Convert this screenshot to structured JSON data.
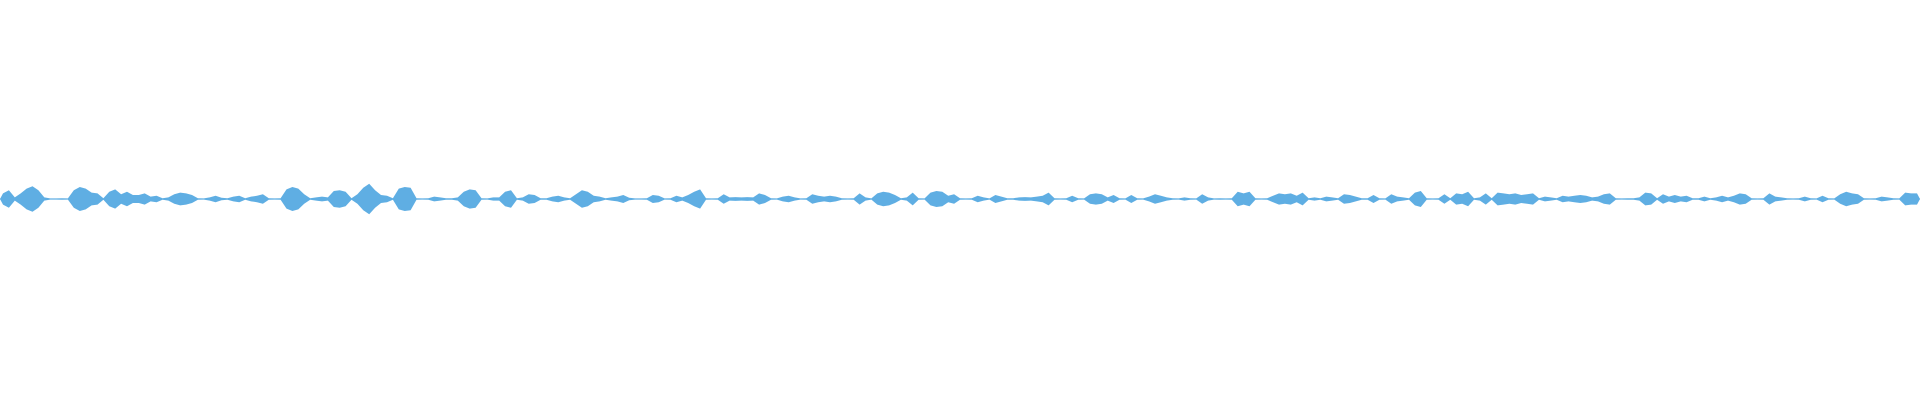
{
  "waveform": {
    "color": "#5faee3",
    "background": "#ffffff",
    "duration_segments": 320,
    "amplitudes": [
      0.35,
      0.55,
      0.1,
      0.35,
      0.65,
      0.8,
      0.55,
      0.1,
      0.03,
      0.03,
      0.05,
      0.03,
      0.55,
      0.75,
      0.65,
      0.4,
      0.35,
      0.05,
      0.45,
      0.6,
      0.3,
      0.45,
      0.25,
      0.25,
      0.35,
      0.15,
      0.2,
      0.05,
      0.1,
      0.3,
      0.4,
      0.35,
      0.25,
      0.05,
      0.03,
      0.1,
      0.2,
      0.08,
      0.05,
      0.15,
      0.2,
      0.05,
      0.15,
      0.2,
      0.3,
      0.05,
      0.03,
      0.05,
      0.6,
      0.75,
      0.65,
      0.3,
      0.05,
      0.1,
      0.15,
      0.1,
      0.5,
      0.55,
      0.45,
      0.05,
      0.3,
      0.7,
      0.95,
      0.55,
      0.25,
      0.2,
      0.05,
      0.65,
      0.75,
      0.7,
      0.05,
      0.03,
      0.05,
      0.15,
      0.1,
      0.05,
      0.05,
      0.1,
      0.45,
      0.6,
      0.55,
      0.05,
      0.03,
      0.1,
      0.1,
      0.45,
      0.55,
      0.05,
      0.1,
      0.3,
      0.25,
      0.05,
      0.05,
      0.15,
      0.2,
      0.1,
      0.05,
      0.3,
      0.55,
      0.45,
      0.2,
      0.15,
      0.05,
      0.1,
      0.15,
      0.25,
      0.08,
      0.03,
      0.03,
      0.05,
      0.25,
      0.2,
      0.03,
      0.05,
      0.2,
      0.1,
      0.25,
      0.45,
      0.6,
      0.05,
      0.03,
      0.05,
      0.3,
      0.1,
      0.12,
      0.1,
      0.12,
      0.1,
      0.35,
      0.25,
      0.05,
      0.03,
      0.15,
      0.2,
      0.1,
      0.03,
      0.05,
      0.3,
      0.2,
      0.15,
      0.2,
      0.15,
      0.05,
      0.03,
      0.05,
      0.35,
      0.1,
      0.03,
      0.35,
      0.45,
      0.4,
      0.25,
      0.05,
      0.1,
      0.4,
      0.05,
      0.03,
      0.4,
      0.5,
      0.45,
      0.2,
      0.3,
      0.05,
      0.03,
      0.05,
      0.2,
      0.1,
      0.03,
      0.25,
      0.15,
      0.05,
      0.05,
      0.1,
      0.12,
      0.1,
      0.15,
      0.2,
      0.4,
      0.05,
      0.03,
      0.05,
      0.2,
      0.05,
      0.03,
      0.3,
      0.35,
      0.3,
      0.1,
      0.25,
      0.05,
      0.03,
      0.25,
      0.05,
      0.03,
      0.15,
      0.3,
      0.2,
      0.1,
      0.05,
      0.03,
      0.1,
      0.05,
      0.03,
      0.3,
      0.1,
      0.03,
      0.05,
      0.03,
      0.05,
      0.45,
      0.35,
      0.45,
      0.05,
      0.03,
      0.05,
      0.2,
      0.35,
      0.3,
      0.35,
      0.2,
      0.4,
      0.05,
      0.1,
      0.05,
      0.15,
      0.1,
      0.05,
      0.3,
      0.25,
      0.15,
      0.05,
      0.05,
      0.25,
      0.05,
      0.03,
      0.3,
      0.15,
      0.1,
      0.05,
      0.4,
      0.5,
      0.05,
      0.03,
      0.05,
      0.3,
      0.05,
      0.35,
      0.3,
      0.45,
      0.05,
      0.1,
      0.35,
      0.05,
      0.4,
      0.35,
      0.3,
      0.35,
      0.25,
      0.3,
      0.35,
      0.05,
      0.15,
      0.1,
      0.05,
      0.2,
      0.15,
      0.2,
      0.25,
      0.2,
      0.1,
      0.15,
      0.3,
      0.35,
      0.05,
      0.03,
      0.05,
      0.05,
      0.1,
      0.4,
      0.35,
      0.05,
      0.3,
      0.15,
      0.25,
      0.15,
      0.2,
      0.05,
      0.05,
      0.15,
      0.05,
      0.1,
      0.2,
      0.1,
      0.2,
      0.35,
      0.3,
      0.05,
      0.03,
      0.05,
      0.35,
      0.15,
      0.1,
      0.05,
      0.03,
      0.05,
      0.15,
      0.05,
      0.03,
      0.2,
      0.05,
      0.03,
      0.3,
      0.45,
      0.35,
      0.3,
      0.05,
      0.03,
      0.05,
      0.15,
      0.1,
      0.05,
      0.03,
      0.4,
      0.35,
      0.35
    ]
  }
}
